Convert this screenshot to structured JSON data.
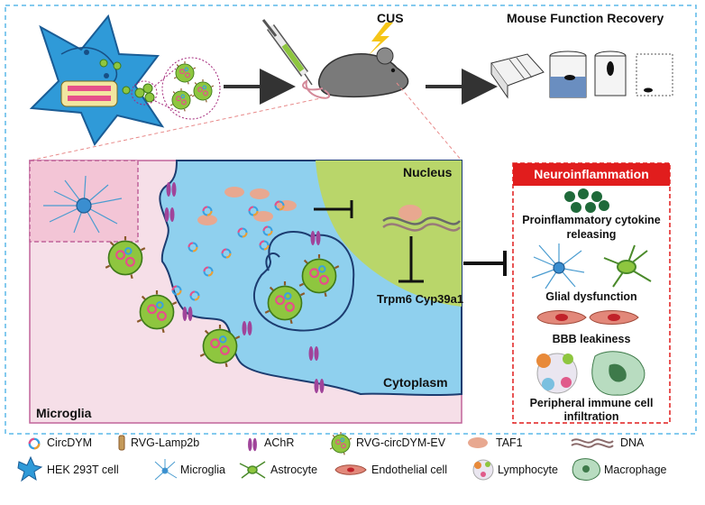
{
  "top": {
    "cus_label": "CUS",
    "recovery_title": "Mouse Function Recovery"
  },
  "main": {
    "nucleus_label": "Nucleus",
    "cytoplasm_label": "Cytoplasm",
    "microglia_label": "Microglia",
    "genes_label": "Trpm6 Cyp39a1"
  },
  "neuro": {
    "title": "Neuroinflammation",
    "item1": "Proinflammatory cytokine releasing",
    "item1_line1": "Proinflammatory cytokine",
    "item1_line2": "releasing",
    "item2": "Glial dysfunction",
    "item3": "BBB leakiness",
    "item4_line1": "Peripheral immune cell",
    "item4_line2": "infiltration"
  },
  "legend": {
    "row1": [
      "CircDYM",
      "RVG-Lamp2b",
      "AChR",
      "RVG-circDYM-EV",
      "TAF1",
      "DNA"
    ],
    "row2": [
      "HEK 293T cell",
      "Microglia",
      "Astrocyte",
      "Endothelial cell",
      "Lymphocyte",
      "Macrophage"
    ]
  },
  "colors": {
    "frame_dash": "#5bb8e8",
    "cell_blue": "#8fd0ee",
    "microglia_pink": "#f6dfe8",
    "nucleus_green": "#b9d66a",
    "ev_green": "#8ec63f",
    "neuro_red": "#e11d1d",
    "achr_purple": "#a0449a",
    "taf1_salmon": "#e8a890"
  }
}
